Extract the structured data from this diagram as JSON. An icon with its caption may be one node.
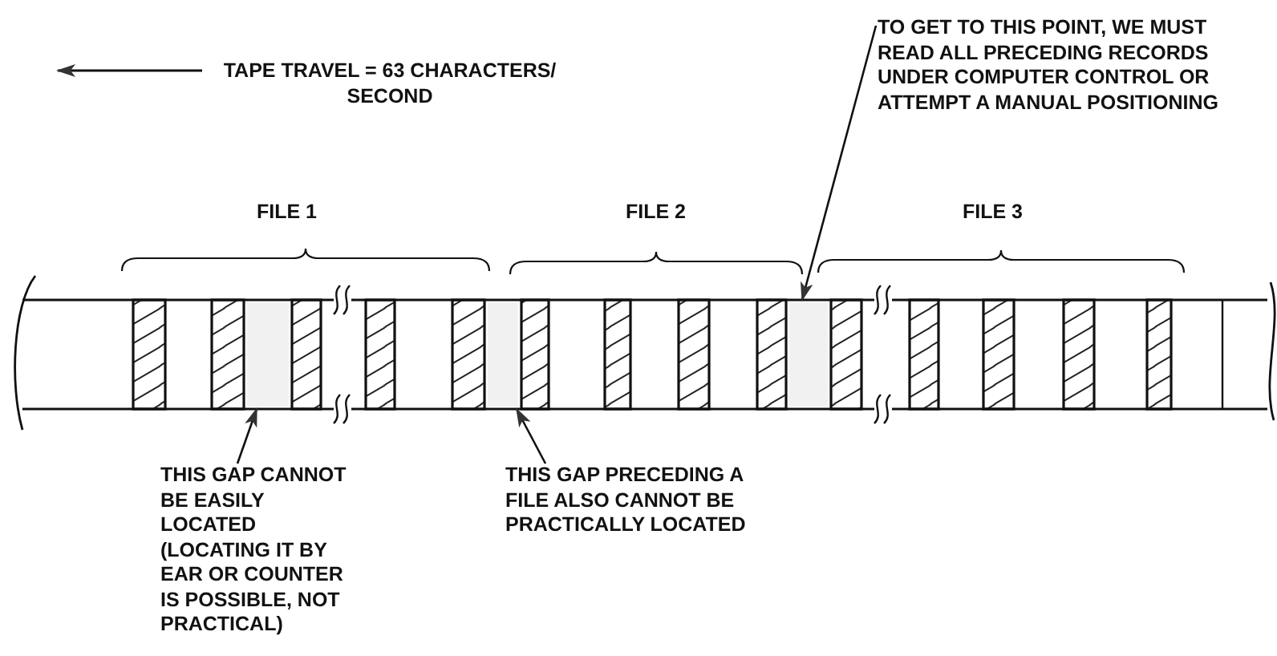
{
  "diagram": {
    "nodes": [
      {
        "text": [
          "TO GET TO THIS POINT, WE MUST READ ALL PRECEDING RECORDS UNDER COMPUTER CONTROL OR ATTEMPT A MANUAL POSITIONING"
        ]
      },
      {
        "text": [
          "THIS GAP CANNOT BE EASILY LOCATED (LOCATING IT BY EAR OR COUNTER IS POSSIBLE, NOT PRACTICAL)"
        ]
      },
      {
        "text": [
          "THIS GAP PRECEDING A FILE ALSO CANNOT BE PRACTICALLY LOCATED"
        ]
      },
      {
        "text": [],
        "shape": "box"
      },
      {
        "text": [],
        "shape": "box"
      },
      {
        "text": [],
        "shape": "box"
      }
    ],
    "edges": [
      {
        "from": 0,
        "to": 5,
        "arrow": "to"
      },
      {
        "from": 1,
        "to": 3,
        "arrow": "to"
      },
      {
        "from": 2,
        "to": 4,
        "arrow": "to"
      }
    ],
    "labels": [
      "TAPE TRAVEL = 63 CHARACTERS/ SECOND",
      "FILE 1",
      "FILE 2",
      "FILE 3"
    ]
  }
}
